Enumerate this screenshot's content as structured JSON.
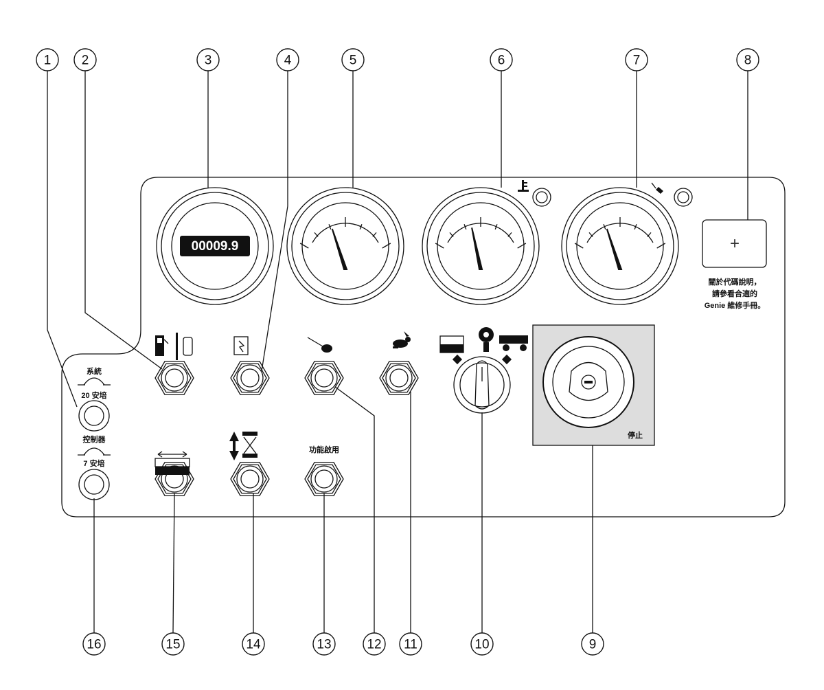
{
  "callouts": [
    "1",
    "2",
    "3",
    "4",
    "5",
    "6",
    "7",
    "8",
    "9",
    "10",
    "11",
    "12",
    "13",
    "14",
    "15",
    "16"
  ],
  "hour_meter": {
    "reading": "00009.9"
  },
  "breakers": {
    "system_label": "系統",
    "system_rating": "20 安培",
    "controller_label": "控制器",
    "controller_rating": "7 安培"
  },
  "function_enable_label": "功能啟用",
  "stop_label": "停止",
  "fault_code_note": [
    "關於代碼說明，",
    "請參看合適的",
    "Genie 維修手冊。"
  ],
  "fault_code_display": "+"
}
